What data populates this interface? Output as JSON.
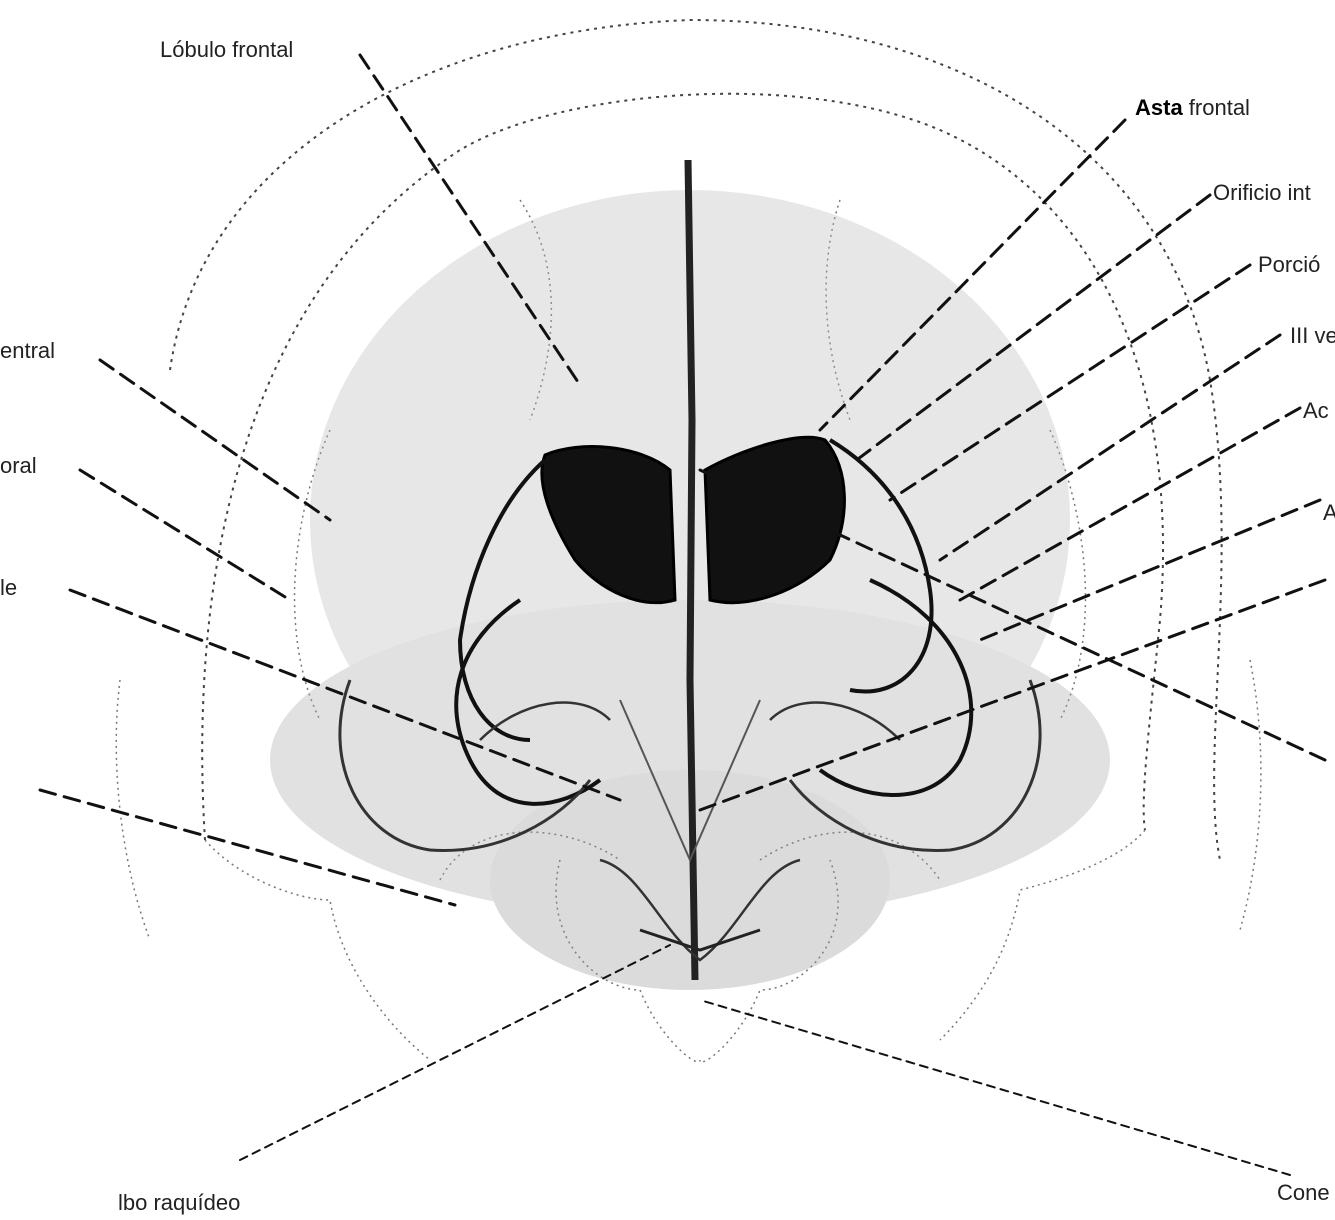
{
  "figure": {
    "labels": {
      "lobulo_frontal": "Lóbulo frontal",
      "asta_frontal_bold": "Asta",
      "asta_frontal_rest": " frontal",
      "orificio": "Orificio int",
      "porcion": "Porció",
      "iii_ventriculo": "III ve",
      "ac": "Ac",
      "a": "A",
      "central": "entral",
      "temporal": "oral",
      "le": "le",
      "bulbo": "lbo raquídeo",
      "cone": "Cone"
    }
  }
}
